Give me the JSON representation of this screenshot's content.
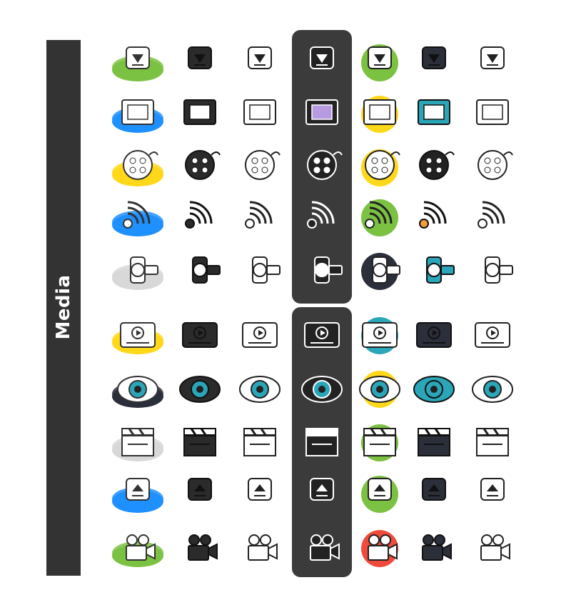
{
  "sidebar": {
    "title": "Media"
  },
  "colors": {
    "sidebar": "#333333",
    "panel": "#3b3b3b",
    "green": "#7cc242",
    "blue": "#1e90ff",
    "yellow": "#ffd81a",
    "gray": "#d8d8d8",
    "navy": "#2b2f3a",
    "teal": "#2aa6b8",
    "red": "#ef4a3b",
    "dark": "#222222",
    "purple": "#b79be0",
    "orange": "#f49c3a"
  },
  "rows": [
    {
      "name": "triangle-down-button",
      "base": "green"
    },
    {
      "name": "film-frame",
      "base": "blue"
    },
    {
      "name": "film-reel",
      "base": "yellow"
    },
    {
      "name": "broadcast-waves",
      "base": "blue"
    },
    {
      "name": "video-camera",
      "base": "gray"
    },
    {
      "name": "video-player",
      "base": "yellow"
    },
    {
      "name": "eye",
      "base": "navy"
    },
    {
      "name": "clapperboard",
      "base": "gray"
    },
    {
      "name": "eject-button",
      "base": "blue"
    },
    {
      "name": "movie-camera",
      "base": "green"
    }
  ],
  "styles": [
    "isometric-color",
    "isometric-dark",
    "isometric-outline",
    "flat-dark-panel",
    "flat-circle-color",
    "flat-color",
    "outline"
  ]
}
